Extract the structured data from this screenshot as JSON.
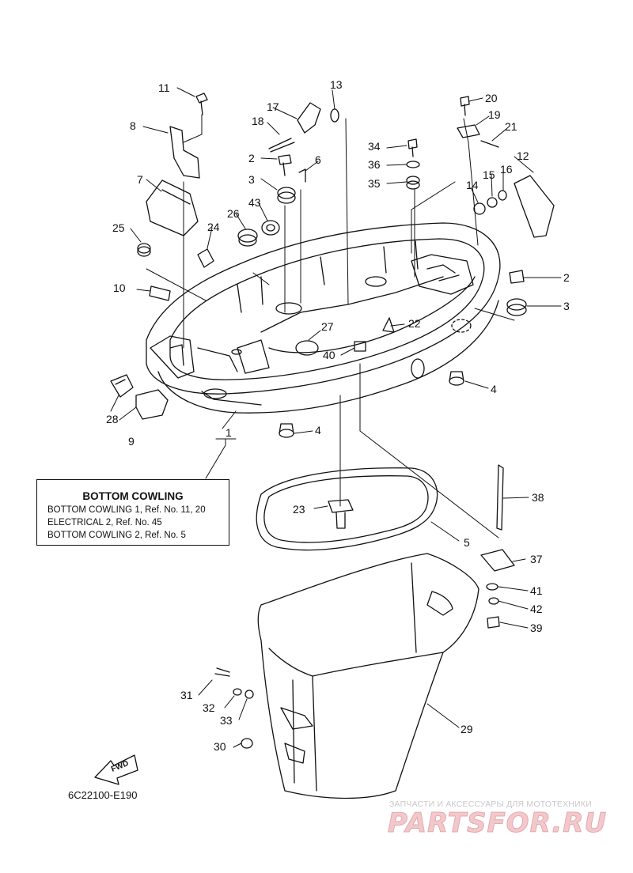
{
  "diagram": {
    "code": "6C22100-E190",
    "fwd_label": "FWD",
    "legend": {
      "title": "BOTTOM COWLING",
      "lines": [
        "BOTTOM COWLING 1,  Ref. No. 11, 20",
        "ELECTRICAL 2,  Ref. No. 45",
        "BOTTOM COWLING 2,  Ref. No. 5"
      ]
    },
    "watermark": {
      "tagline": "ЗАПЧАСТИ И АКСЕССУАРЫ ДЛЯ МОТОТЕХНИКИ",
      "brand": "PARTSFOR.RU"
    },
    "colors": {
      "line": "#111111",
      "watermark": "#e7a8ae"
    }
  },
  "parts": [
    {
      "id": "p1",
      "label": "1"
    },
    {
      "id": "p2a",
      "label": "2"
    },
    {
      "id": "p2b",
      "label": "2"
    },
    {
      "id": "p3a",
      "label": "3"
    },
    {
      "id": "p3b",
      "label": "3"
    },
    {
      "id": "p4a",
      "label": "4"
    },
    {
      "id": "p4b",
      "label": "4"
    },
    {
      "id": "p5",
      "label": "5"
    },
    {
      "id": "p6",
      "label": "6"
    },
    {
      "id": "p7",
      "label": "7"
    },
    {
      "id": "p8",
      "label": "8"
    },
    {
      "id": "p9",
      "label": "9"
    },
    {
      "id": "p10",
      "label": "10"
    },
    {
      "id": "p11",
      "label": "11"
    },
    {
      "id": "p12",
      "label": "12"
    },
    {
      "id": "p13",
      "label": "13"
    },
    {
      "id": "p14",
      "label": "14"
    },
    {
      "id": "p15",
      "label": "15"
    },
    {
      "id": "p16",
      "label": "16"
    },
    {
      "id": "p17",
      "label": "17"
    },
    {
      "id": "p18",
      "label": "18"
    },
    {
      "id": "p19",
      "label": "19"
    },
    {
      "id": "p20",
      "label": "20"
    },
    {
      "id": "p21",
      "label": "21"
    },
    {
      "id": "p22",
      "label": "22"
    },
    {
      "id": "p23",
      "label": "23"
    },
    {
      "id": "p24",
      "label": "24"
    },
    {
      "id": "p25",
      "label": "25"
    },
    {
      "id": "p26",
      "label": "26"
    },
    {
      "id": "p27",
      "label": "27"
    },
    {
      "id": "p28",
      "label": "28"
    },
    {
      "id": "p29",
      "label": "29"
    },
    {
      "id": "p30",
      "label": "30"
    },
    {
      "id": "p31",
      "label": "31"
    },
    {
      "id": "p32",
      "label": "32"
    },
    {
      "id": "p33",
      "label": "33"
    },
    {
      "id": "p34",
      "label": "34"
    },
    {
      "id": "p35",
      "label": "35"
    },
    {
      "id": "p36",
      "label": "36"
    },
    {
      "id": "p37",
      "label": "37"
    },
    {
      "id": "p38",
      "label": "38"
    },
    {
      "id": "p39",
      "label": "39"
    },
    {
      "id": "p40",
      "label": "40"
    },
    {
      "id": "p41",
      "label": "41"
    },
    {
      "id": "p42",
      "label": "42"
    },
    {
      "id": "p43",
      "label": "43"
    }
  ]
}
